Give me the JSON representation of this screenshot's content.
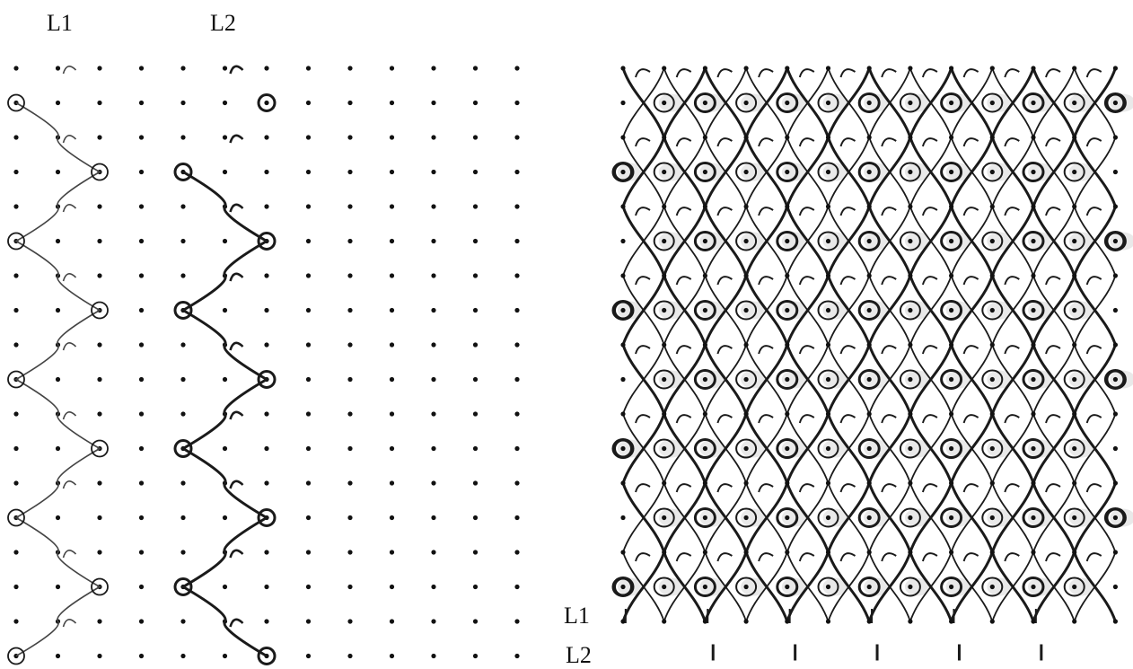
{
  "left_panel": {
    "label_l1": "L1",
    "label_l2": "L2"
  },
  "right_panel": {
    "label_l1": "L1",
    "label_l2": "L2"
  },
  "colors": {
    "ink": "#1a1a1a",
    "faint_ink": "#444444",
    "dot": "#111111",
    "fill": "#e9e9e9"
  }
}
